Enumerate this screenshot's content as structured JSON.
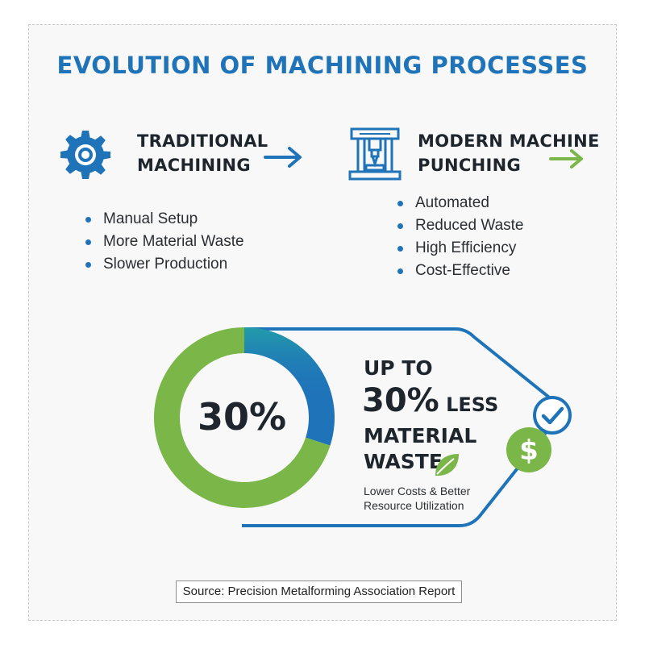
{
  "title": "EVOLUTION OF MACHINING PROCESSES",
  "traditional": {
    "title": "TRADITIONAL\nMACHINING",
    "bullets": [
      "Manual Setup",
      "More Material Waste",
      "Slower Production"
    ],
    "icon": "gear-icon"
  },
  "modern": {
    "title": "MODERN MACHINE\nPUNCHING",
    "bullets": [
      "Automated",
      "Reduced Waste",
      "High Efficiency",
      "Cost-Effective"
    ],
    "icon": "punch-press-icon"
  },
  "colors": {
    "title_blue": "#1f74b9",
    "green": "#7ab648",
    "blue": "#1f74b9",
    "teal": "#23a1a8",
    "dark": "#1e252d"
  },
  "callout": {
    "line1": "UP TO",
    "line2_big": "30%",
    "line2_small": " LESS",
    "line3": "MATERIAL",
    "line4": "WASTE",
    "subtext": "Lower Costs & Better Resource Utilization",
    "icons": [
      "leaf-icon",
      "check-circle-icon",
      "dollar-circle-icon"
    ]
  },
  "chart_data": {
    "type": "pie",
    "style": "donut",
    "center_label": "30%",
    "slices": [
      {
        "value": 30,
        "color": "#1f74b9"
      },
      {
        "value": 70,
        "color": "#7ab648"
      }
    ]
  },
  "source": "Source: Precision Metalforming Association Report"
}
